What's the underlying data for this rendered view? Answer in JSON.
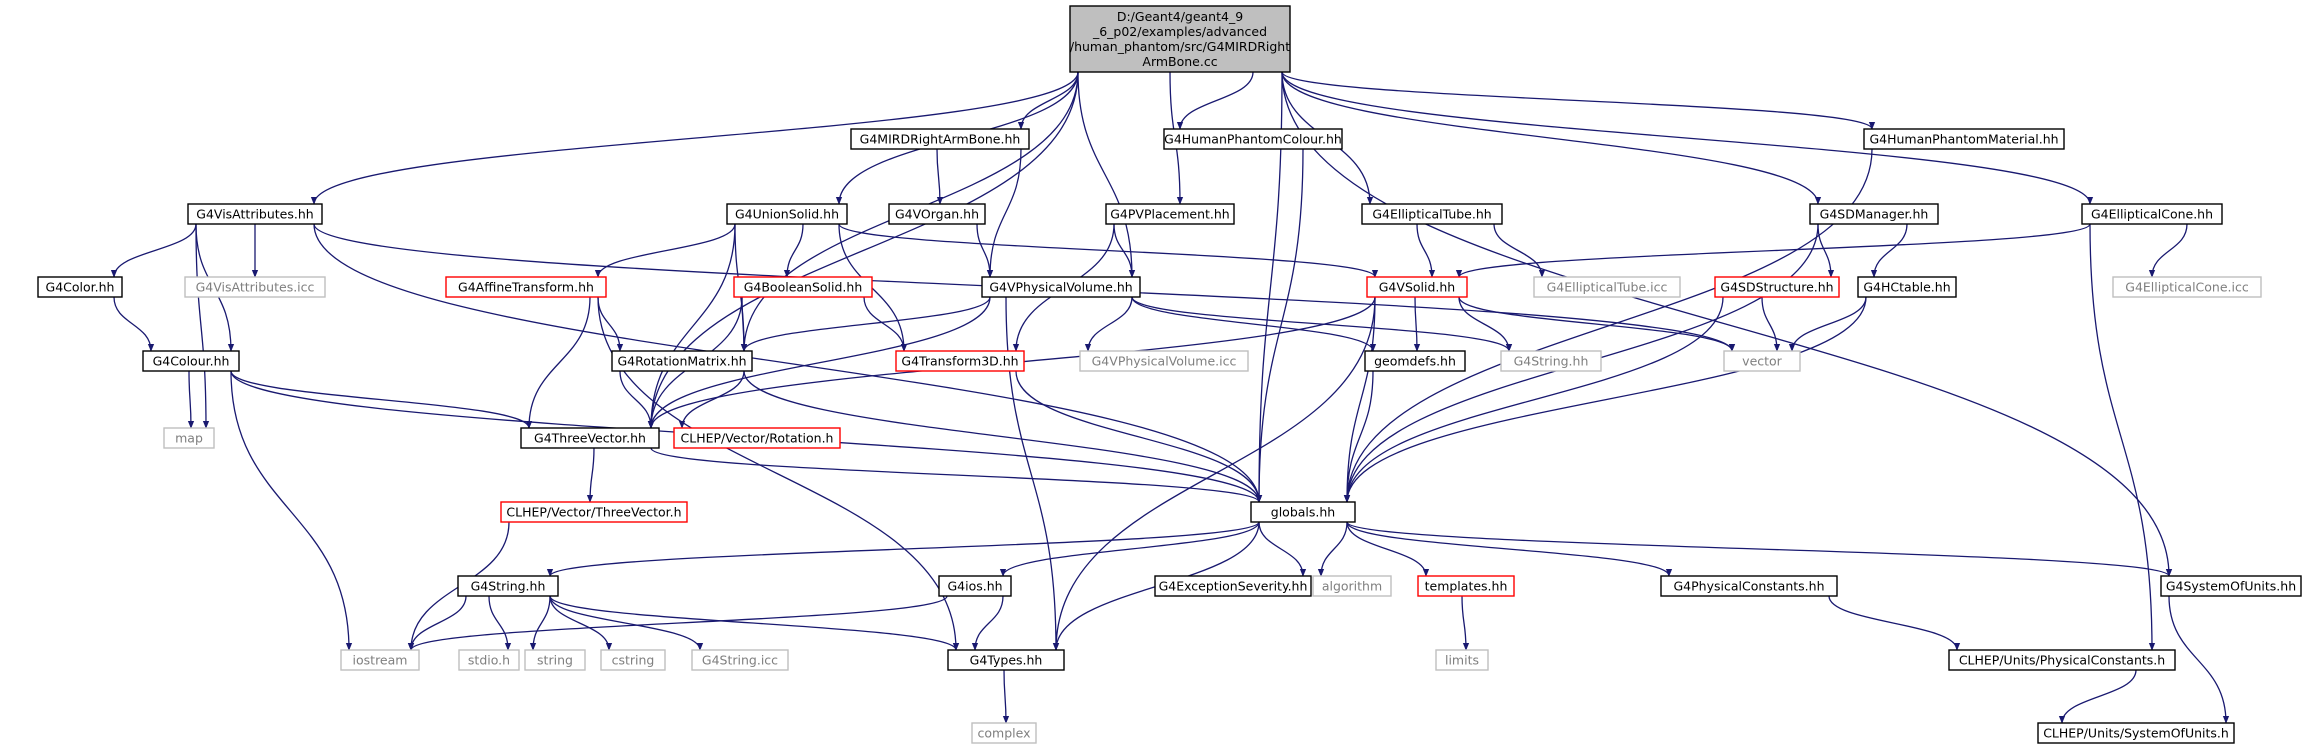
{
  "colors": {
    "edge": "#191970",
    "root_fill": "#bfbfbf",
    "border_normal": "#000000",
    "border_truncated": "#ff0000",
    "border_external": "#bfbfbf",
    "text_normal": "#000000",
    "text_external": "#7f7f7f"
  },
  "root": {
    "lines": [
      "D:/Geant4/geant4_9",
      "_6_p02/examples/advanced",
      "/human_phantom/src/G4MIRDRight",
      "ArmBone.cc"
    ]
  },
  "nodes": [
    {
      "id": "armbone",
      "label": "G4MIRDRightArmBone.hh",
      "kind": "normal"
    },
    {
      "id": "phcolour",
      "label": "G4HumanPhantomColour.hh",
      "kind": "normal"
    },
    {
      "id": "phmat",
      "label": "G4HumanPhantomMaterial.hh",
      "kind": "normal"
    },
    {
      "id": "visattr",
      "label": "G4VisAttributes.hh",
      "kind": "normal"
    },
    {
      "id": "union",
      "label": "G4UnionSolid.hh",
      "kind": "normal"
    },
    {
      "id": "vorgan",
      "label": "G4VOrgan.hh",
      "kind": "normal"
    },
    {
      "id": "pvplace",
      "label": "G4PVPlacement.hh",
      "kind": "normal"
    },
    {
      "id": "elltube",
      "label": "G4EllipticalTube.hh",
      "kind": "normal"
    },
    {
      "id": "sdman",
      "label": "G4SDManager.hh",
      "kind": "normal"
    },
    {
      "id": "ellcone",
      "label": "G4EllipticalCone.hh",
      "kind": "normal"
    },
    {
      "id": "color",
      "label": "G4Color.hh",
      "kind": "normal"
    },
    {
      "id": "visicc",
      "label": "G4VisAttributes.icc",
      "kind": "external"
    },
    {
      "id": "affine",
      "label": "G4AffineTransform.hh",
      "kind": "truncated"
    },
    {
      "id": "boolsolid",
      "label": "G4BooleanSolid.hh",
      "kind": "truncated"
    },
    {
      "id": "vphys",
      "label": "G4VPhysicalVolume.hh",
      "kind": "normal"
    },
    {
      "id": "vsolid",
      "label": "G4VSolid.hh",
      "kind": "truncated"
    },
    {
      "id": "elltubeicc",
      "label": "G4EllipticalTube.icc",
      "kind": "external"
    },
    {
      "id": "sdstruct",
      "label": "G4SDStructure.hh",
      "kind": "truncated"
    },
    {
      "id": "hctable",
      "label": "G4HCtable.hh",
      "kind": "normal"
    },
    {
      "id": "ellconeicc",
      "label": "G4EllipticalCone.icc",
      "kind": "external"
    },
    {
      "id": "colour",
      "label": "G4Colour.hh",
      "kind": "normal"
    },
    {
      "id": "rotmat",
      "label": "G4RotationMatrix.hh",
      "kind": "normal"
    },
    {
      "id": "transf",
      "label": "G4Transform3D.hh",
      "kind": "truncated"
    },
    {
      "id": "vphysicc",
      "label": "G4VPhysicalVolume.icc",
      "kind": "external"
    },
    {
      "id": "geomdefs",
      "label": "geomdefs.hh",
      "kind": "normal"
    },
    {
      "id": "g4string_top",
      "label": "G4String.hh",
      "kind": "external"
    },
    {
      "id": "vector",
      "label": "vector",
      "kind": "external"
    },
    {
      "id": "map",
      "label": "map",
      "kind": "external"
    },
    {
      "id": "threevec",
      "label": "G4ThreeVector.hh",
      "kind": "normal"
    },
    {
      "id": "cleprot",
      "label": "CLHEP/Vector/Rotation.h",
      "kind": "truncated"
    },
    {
      "id": "clepthree",
      "label": "CLHEP/Vector/ThreeVector.h",
      "kind": "truncated"
    },
    {
      "id": "globals",
      "label": "globals.hh",
      "kind": "normal"
    },
    {
      "id": "g4string",
      "label": "G4String.hh",
      "kind": "normal"
    },
    {
      "id": "g4ios",
      "label": "G4ios.hh",
      "kind": "normal"
    },
    {
      "id": "excsev",
      "label": "G4ExceptionSeverity.hh",
      "kind": "normal"
    },
    {
      "id": "algorithm",
      "label": "algorithm",
      "kind": "external"
    },
    {
      "id": "templates",
      "label": "templates.hh",
      "kind": "truncated"
    },
    {
      "id": "physconst",
      "label": "G4PhysicalConstants.hh",
      "kind": "normal"
    },
    {
      "id": "sysunits",
      "label": "G4SystemOfUnits.hh",
      "kind": "normal"
    },
    {
      "id": "iostream",
      "label": "iostream",
      "kind": "external"
    },
    {
      "id": "stdio",
      "label": "stdio.h",
      "kind": "external"
    },
    {
      "id": "string",
      "label": "string",
      "kind": "external"
    },
    {
      "id": "cstring",
      "label": "cstring",
      "kind": "external"
    },
    {
      "id": "stringicc",
      "label": "G4String.icc",
      "kind": "external"
    },
    {
      "id": "types",
      "label": "G4Types.hh",
      "kind": "normal"
    },
    {
      "id": "limits",
      "label": "limits",
      "kind": "external"
    },
    {
      "id": "clhepphys",
      "label": "CLHEP/Units/PhysicalConstants.h",
      "kind": "normal"
    },
    {
      "id": "complex",
      "label": "complex",
      "kind": "external"
    },
    {
      "id": "clhepsys",
      "label": "CLHEP/Units/SystemOfUnits.h",
      "kind": "normal"
    }
  ],
  "edges": [
    [
      "root",
      "armbone"
    ],
    [
      "root",
      "phcolour"
    ],
    [
      "root",
      "phmat"
    ],
    [
      "root",
      "visattr"
    ],
    [
      "root",
      "union"
    ],
    [
      "root",
      "pvplace"
    ],
    [
      "root",
      "elltube"
    ],
    [
      "root",
      "sdman"
    ],
    [
      "root",
      "ellcone"
    ],
    [
      "root",
      "vphys"
    ],
    [
      "root",
      "rotmat"
    ],
    [
      "root",
      "threevec"
    ],
    [
      "root",
      "globals"
    ],
    [
      "root",
      "sysunits"
    ],
    [
      "armbone",
      "vorgan"
    ],
    [
      "armbone",
      "vphys"
    ],
    [
      "phcolour",
      "globals"
    ],
    [
      "phmat",
      "globals"
    ],
    [
      "visattr",
      "color"
    ],
    [
      "visattr",
      "visicc"
    ],
    [
      "visattr",
      "colour"
    ],
    [
      "visattr",
      "map"
    ],
    [
      "visattr",
      "globals"
    ],
    [
      "visattr",
      "vector"
    ],
    [
      "union",
      "affine"
    ],
    [
      "union",
      "boolsolid"
    ],
    [
      "union",
      "rotmat"
    ],
    [
      "union",
      "transf"
    ],
    [
      "union",
      "threevec"
    ],
    [
      "union",
      "vsolid"
    ],
    [
      "vorgan",
      "vphys"
    ],
    [
      "pvplace",
      "vphys"
    ],
    [
      "pvplace",
      "transf"
    ],
    [
      "elltube",
      "vsolid"
    ],
    [
      "elltube",
      "elltubeicc"
    ],
    [
      "sdman",
      "sdstruct"
    ],
    [
      "sdman",
      "hctable"
    ],
    [
      "sdman",
      "globals"
    ],
    [
      "ellcone",
      "vsolid"
    ],
    [
      "ellcone",
      "ellconeicc"
    ],
    [
      "ellcone",
      "clhepphys"
    ],
    [
      "color",
      "colour"
    ],
    [
      "affine",
      "rotmat"
    ],
    [
      "affine",
      "threevec"
    ],
    [
      "affine",
      "types"
    ],
    [
      "boolsolid",
      "rotmat"
    ],
    [
      "boolsolid",
      "transf"
    ],
    [
      "boolsolid",
      "threevec"
    ],
    [
      "vphys",
      "rotmat"
    ],
    [
      "vphys",
      "threevec"
    ],
    [
      "vphys",
      "vphysicc"
    ],
    [
      "vphys",
      "geomdefs"
    ],
    [
      "vphys",
      "g4string_top"
    ],
    [
      "vphys",
      "types"
    ],
    [
      "vsolid",
      "geomdefs"
    ],
    [
      "vsolid",
      "g4string_top"
    ],
    [
      "vsolid",
      "vector"
    ],
    [
      "vsolid",
      "threevec"
    ],
    [
      "vsolid",
      "types"
    ],
    [
      "vsolid",
      "globals"
    ],
    [
      "sdstruct",
      "globals"
    ],
    [
      "sdstruct",
      "vector"
    ],
    [
      "hctable",
      "vector"
    ],
    [
      "hctable",
      "globals"
    ],
    [
      "colour",
      "map"
    ],
    [
      "colour",
      "threevec"
    ],
    [
      "colour",
      "iostream"
    ],
    [
      "colour",
      "globals"
    ],
    [
      "rotmat",
      "threevec"
    ],
    [
      "rotmat",
      "cleprot"
    ],
    [
      "rotmat",
      "globals"
    ],
    [
      "transf",
      "globals"
    ],
    [
      "geomdefs",
      "globals"
    ],
    [
      "threevec",
      "clepthree"
    ],
    [
      "threevec",
      "globals"
    ],
    [
      "clepthree",
      "iostream"
    ],
    [
      "globals",
      "g4string"
    ],
    [
      "globals",
      "g4ios"
    ],
    [
      "globals",
      "excsev"
    ],
    [
      "globals",
      "algorithm"
    ],
    [
      "globals",
      "templates"
    ],
    [
      "globals",
      "physconst"
    ],
    [
      "globals",
      "sysunits"
    ],
    [
      "globals",
      "types"
    ],
    [
      "g4string",
      "iostream"
    ],
    [
      "g4string",
      "stdio"
    ],
    [
      "g4string",
      "string"
    ],
    [
      "g4string",
      "cstring"
    ],
    [
      "g4string",
      "stringicc"
    ],
    [
      "g4string",
      "types"
    ],
    [
      "g4ios",
      "iostream"
    ],
    [
      "g4ios",
      "types"
    ],
    [
      "templates",
      "limits"
    ],
    [
      "physconst",
      "clhepphys"
    ],
    [
      "sysunits",
      "clhepsys"
    ],
    [
      "types",
      "complex"
    ],
    [
      "clhepphys",
      "clhepsys"
    ]
  ]
}
